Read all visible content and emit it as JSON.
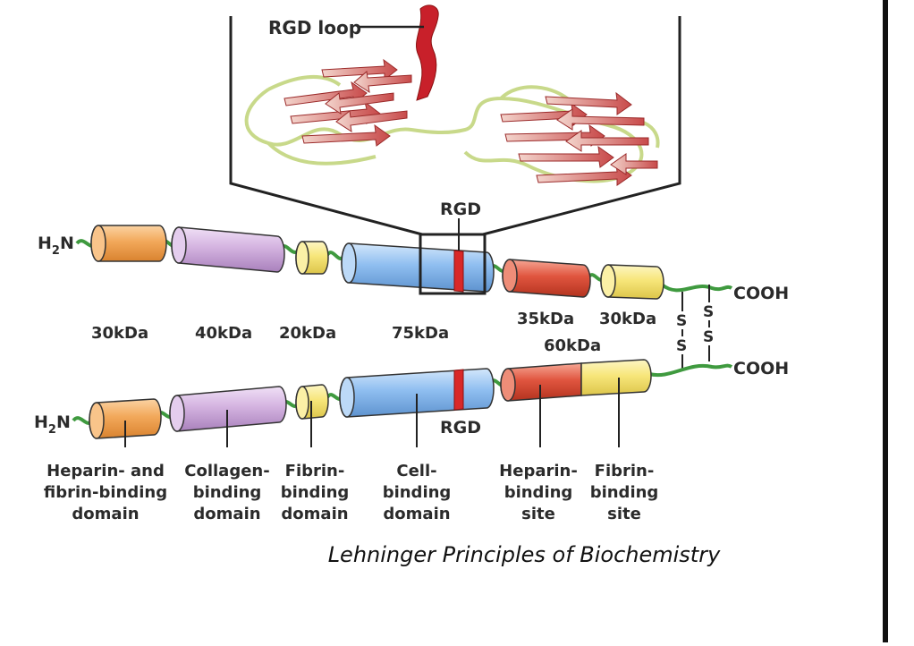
{
  "figure": {
    "rgd_loop_label": "RGD loop",
    "rgd_top_label": "RGD",
    "rgd_bottom_label": "RGD",
    "terminal_n_top": "H2N",
    "terminal_n_bottom": "H2N",
    "terminal_c_top": "COOH",
    "terminal_c_bottom": "COOH",
    "disulfide_s": "S",
    "masses": [
      "30kDa",
      "40kDa",
      "20kDa",
      "75kDa",
      "35kDa",
      "30kDa"
    ],
    "mass_combined": "60kDa",
    "domains": [
      {
        "line1": "Heparin- and",
        "line2": "fibrin-binding",
        "line3": "domain"
      },
      {
        "line1": "Collagen-",
        "line2": "binding",
        "line3": "domain"
      },
      {
        "line1": "Fibrin-",
        "line2": "binding",
        "line3": "domain"
      },
      {
        "line1": "Cell-",
        "line2": "binding",
        "line3": "domain"
      },
      {
        "line1": "Heparin-",
        "line2": "binding",
        "line3": "site"
      },
      {
        "line1": "Fibrin-",
        "line2": "binding",
        "line3": "site"
      }
    ],
    "caption": "Lehninger Principles of Biochemistry"
  },
  "colors": {
    "orange": "#f2a85a",
    "purple": "#d4b3e0",
    "yellow": "#f7e67a",
    "blue": "#8fbef0",
    "red": "#e0553f",
    "linker": "#3f9a3f",
    "rgd_band": "#d92828",
    "ribbon": "#c84a4a",
    "loop": "#c8d98a"
  }
}
